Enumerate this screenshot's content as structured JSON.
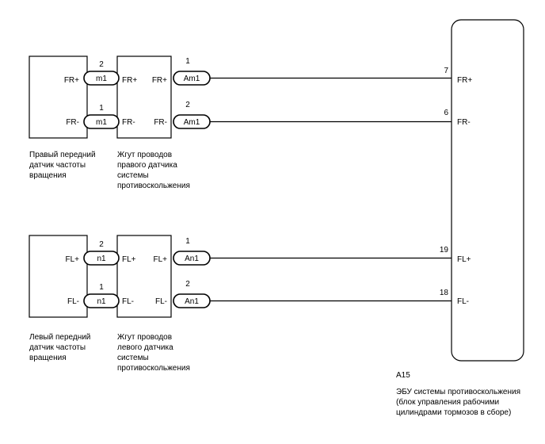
{
  "diagram": {
    "right_sensor": {
      "caption": [
        "Правый передний",
        "датчик частоты",
        "вращения"
      ],
      "terminals": [
        "FR+",
        "FR-"
      ]
    },
    "right_harness": {
      "caption": [
        "Жгут проводов",
        "правого датчика",
        "системы",
        "противоскольжения"
      ],
      "left_terminals": [
        "FR+",
        "FR-"
      ],
      "right_terminals": [
        "FR+",
        "FR-"
      ],
      "left_connector": "m1",
      "right_connector": "Am1",
      "left_pins": [
        "2",
        "1"
      ],
      "right_pins": [
        "1",
        "2"
      ]
    },
    "left_sensor": {
      "caption": [
        "Левый передний",
        "датчик частоты",
        "вращения"
      ],
      "terminals": [
        "FL+",
        "FL-"
      ]
    },
    "left_harness": {
      "caption": [
        "Жгут проводов",
        "левого датчика",
        "системы",
        "противоскольжения"
      ],
      "left_terminals": [
        "FL+",
        "FL-"
      ],
      "right_terminals": [
        "FL+",
        "FL-"
      ],
      "left_connector": "n1",
      "right_connector": "An1",
      "left_pins": [
        "2",
        "1"
      ],
      "right_pins": [
        "1",
        "2"
      ]
    },
    "ecu": {
      "id": "A15",
      "caption": [
        "ЭБУ системы противоскольжения",
        "(блок управления рабочими",
        "цилиндрами тормозов в сборе)"
      ],
      "terminals": [
        "FR+",
        "FR-",
        "FL+",
        "FL-"
      ],
      "pins": [
        "7",
        "6",
        "19",
        "18"
      ]
    }
  }
}
